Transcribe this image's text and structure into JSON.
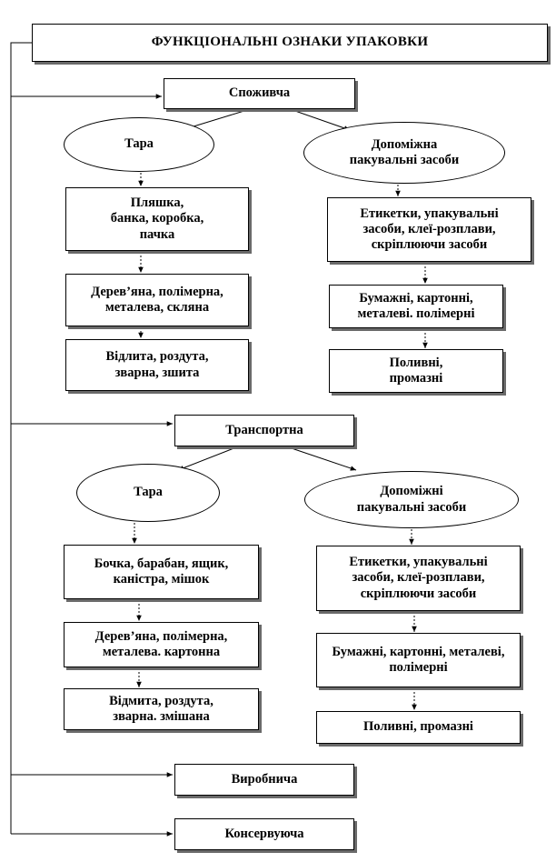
{
  "title": "ФУНКЦІОНАЛЬНІ ОЗНАКИ  УПАКОВКИ",
  "consumer": {
    "label": "Споживча",
    "tara": {
      "label": "Тара",
      "items": [
        "Пляшка,\nбанка, коробка,\nпачка",
        "Дерев’яна, полімерна,\nметалева, скляна",
        "Відлита, роздута,\nзварна, зшита"
      ]
    },
    "aux": {
      "label": "Допоміжна\nпакувальні засоби",
      "items": [
        "Етикетки, упакувальні\nзасоби, клеї-розплави,\nскріплюючи засоби",
        "Бумажні, картонні,\nметалеві. полімерні",
        "Поливні,\nпромазні"
      ]
    }
  },
  "transport": {
    "label": "Транспортна",
    "tara": {
      "label": "Тара",
      "items": [
        "Бочка, барабан, ящик,\nканістра, мішок",
        "Дерев’яна, полімерна,\nметалева. картонна",
        "Відмита, роздута,\nзварна. змішана"
      ]
    },
    "aux": {
      "label": "Допоміжні\nпакувальні засоби",
      "items": [
        "Етикетки, упакувальні\nзасоби, клеї-розплави,\nскріплюючи засоби",
        "Бумажні, картонні, металеві,\nполімерні",
        "Поливні, промазні"
      ]
    }
  },
  "production": {
    "label": "Виробнича"
  },
  "preserving": {
    "label": "Консервуюча"
  }
}
